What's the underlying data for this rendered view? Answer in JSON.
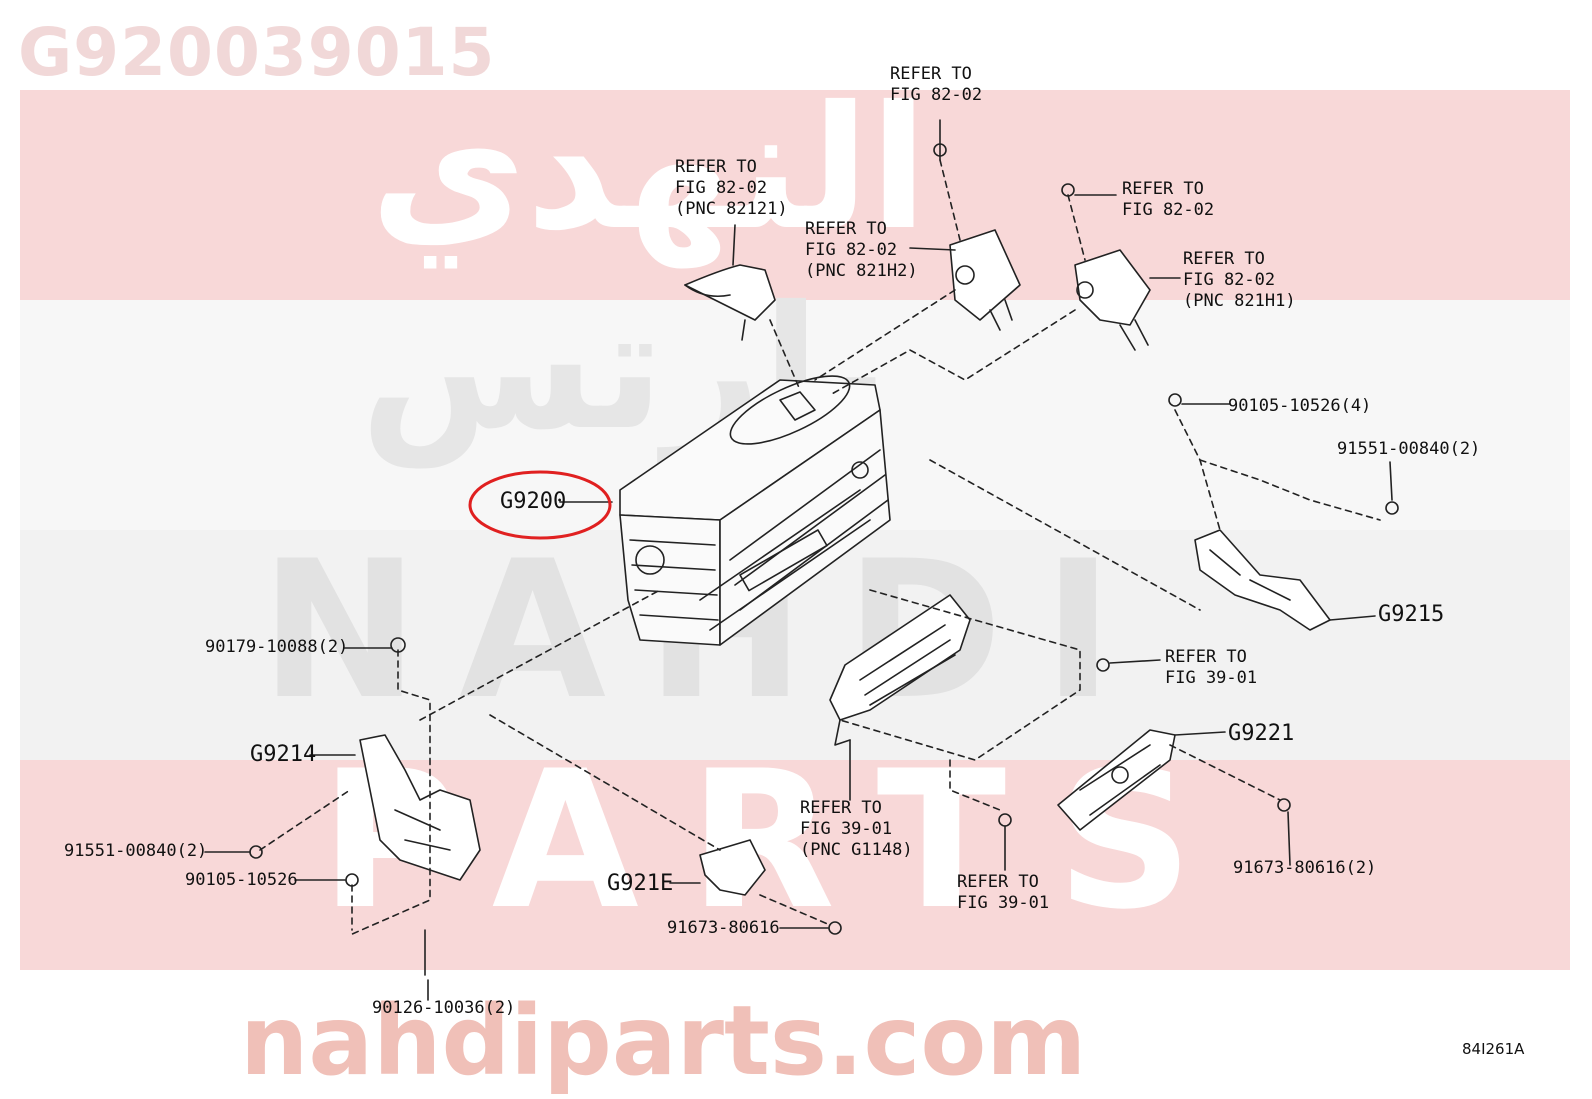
{
  "part_number_title": "G920039015",
  "watermark": {
    "arabic_line1": "النهدي",
    "arabic_line2": "بارتس",
    "english_line1": "NAHDI",
    "english_line2": "PARTS",
    "website": "nahdiparts.com"
  },
  "highlighted_part": "G9200",
  "figure_code": "84I261A",
  "callouts": {
    "refer_top": "REFER TO\nFIG 82-02",
    "refer_82121": "REFER TO\nFIG 82-02\n(PNC 82121)",
    "refer_821h2": "REFER TO\nFIG 82-02\n(PNC 821H2)",
    "refer_right_bolt": "REFER TO\nFIG 82-02",
    "refer_821h1": "REFER TO\nFIG 82-02\n(PNC 821H1)",
    "g9200": "G9200",
    "p90105_4": "90105-10526(4)",
    "p91551_right": "91551-00840(2)",
    "g9215": "G9215",
    "p90179": "90179-10088(2)",
    "refer_3901_right": "REFER TO\nFIG 39-01",
    "g9221": "G9221",
    "g9214": "G9214",
    "refer_g1148": "REFER TO\nFIG 39-01\n(PNC G1148)",
    "refer_3901_bottom": "REFER TO\nFIG 39-01",
    "p91551_left": "91551-00840(2)",
    "p90105_left": "90105-10526",
    "g921e": "G921E",
    "p91673_right": "91673-80616(2)",
    "p91673_bottom": "91673-80616",
    "p90126": "90126-10036(2)"
  },
  "colors": {
    "highlight_circle": "#e02020",
    "band_pink": "#f8d8d8",
    "watermark_grey": "#e2e2e2"
  }
}
